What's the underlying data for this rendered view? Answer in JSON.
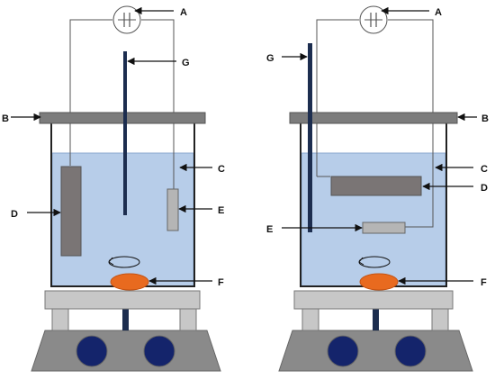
{
  "colors": {
    "liquid": "#b7cde9",
    "liquid_stroke": "#8aa6cf",
    "lid": "#7c7c7c",
    "rod": "#1c2d4f",
    "electrode_d": "#7a7575",
    "electrode_e": "#b5b5b5",
    "stir_bar": "#e86a1f",
    "stir_plate_top": "#c7c7c7",
    "stir_plate_base": "#8a8a8a",
    "knob": "#14246b"
  },
  "icons": {
    "power_source": "power-source-icon",
    "rotation": "rotation-arrow-icon"
  },
  "left_setup": {
    "labels": {
      "A": "A",
      "B": "B",
      "C": "C",
      "D": "D",
      "E": "E",
      "F": "F",
      "G": "G"
    }
  },
  "right_setup": {
    "labels": {
      "A": "A",
      "B": "B",
      "C": "C",
      "D": "D",
      "E": "E",
      "F": "F",
      "G": "G"
    }
  }
}
